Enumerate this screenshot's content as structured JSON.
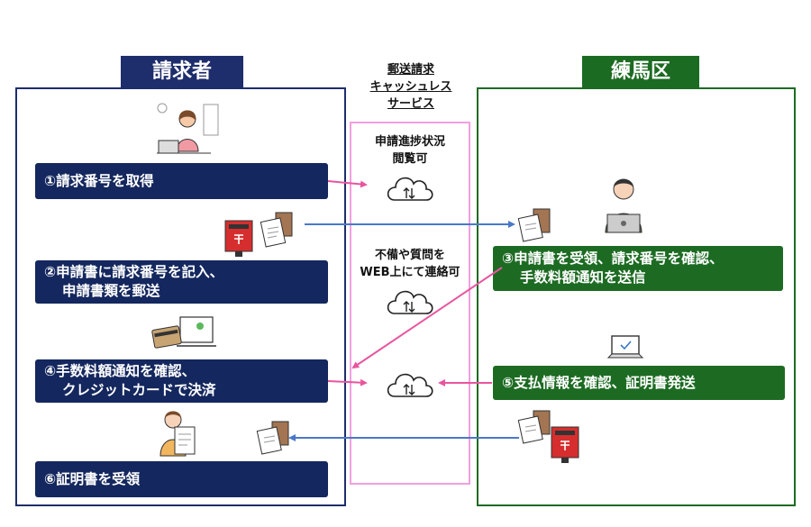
{
  "requester": {
    "title": "請求者",
    "steps": [
      {
        "label": "①請求番号を取得"
      },
      {
        "label": "②申請書に請求番号を記入、",
        "label2": "申請書類を郵送"
      },
      {
        "label": "④手数料額通知を確認、",
        "label2": "クレジットカードで決済"
      },
      {
        "label": "⑥証明書を受領"
      }
    ]
  },
  "ward": {
    "title": "練馬区",
    "steps": [
      {
        "label": "③申請書を受領、請求番号を確認、",
        "label2": "手数料額通知を送信"
      },
      {
        "label": "⑤支払情報を確認、証明書発送"
      }
    ]
  },
  "service": {
    "heading_line1": "郵送請求",
    "heading_line2": "キャッシュレス",
    "heading_line3": "サービス",
    "note1_line1": "申請進捗状況",
    "note1_line2": "閲覧可",
    "note2_line1": "不備や質問を",
    "note2_line2": "WEB上にて連絡可"
  },
  "colors": {
    "requester_navy": "#14275e",
    "ward_green": "#1d6b23",
    "service_pink": "#f29fe0",
    "arrow_pink": "#e8559e",
    "arrow_blue": "#4a78c8"
  },
  "icons": [
    "cloud-icon",
    "mailbox-icon",
    "envelope-icon",
    "person-laptop-icon",
    "officer-computer-icon",
    "laptop-icon",
    "credit-card-icon",
    "person-document-icon"
  ]
}
